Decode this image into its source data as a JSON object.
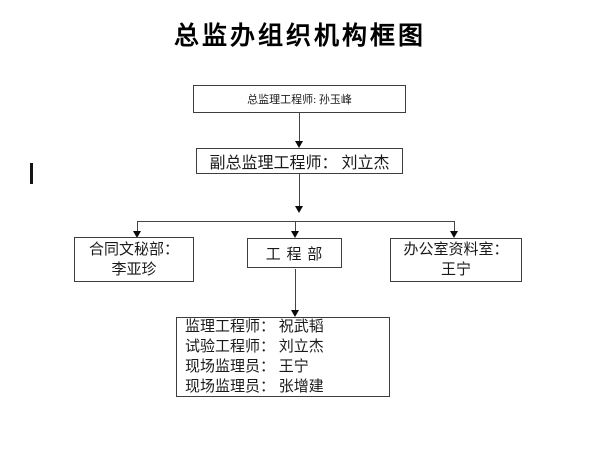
{
  "title": "总监办组织机构框图",
  "chart": {
    "chief": {
      "label": "总监理工程师: 孙玉峰"
    },
    "deputy": {
      "label": "副总监理工程师： 刘立杰"
    },
    "contract_dept": {
      "lines": [
        "合同文秘部：",
        "李亚珍"
      ]
    },
    "engineering_dept": {
      "label": "工 程 部"
    },
    "office_dept": {
      "lines": [
        "办公室资料室：",
        "王宁"
      ]
    },
    "staff": {
      "lines": [
        "监理工程师： 祝武韬",
        "试验工程师： 刘立杰",
        "现场监理员： 王宁",
        "现场监理员： 张增建"
      ]
    }
  },
  "colors": {
    "box_border": "#3d3d3d",
    "line": "#454545",
    "arrow": "#0a0a0a",
    "background": "#ffffff",
    "text": "#1a1a1a"
  }
}
